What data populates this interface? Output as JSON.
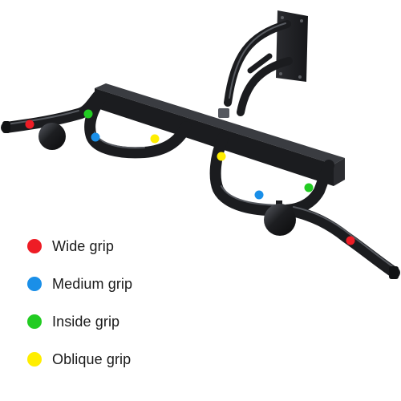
{
  "legend": {
    "items": [
      {
        "label": "Wide grip",
        "color": "#ee1c25"
      },
      {
        "label": "Medium grip",
        "color": "#1a8fe8"
      },
      {
        "label": "Inside grip",
        "color": "#22cc22"
      },
      {
        "label": "Oblique grip",
        "color": "#ffee00"
      }
    ]
  },
  "colors": {
    "steel": "#1b1c1f",
    "steel_highlight": "#55585f",
    "background": "#ffffff"
  }
}
